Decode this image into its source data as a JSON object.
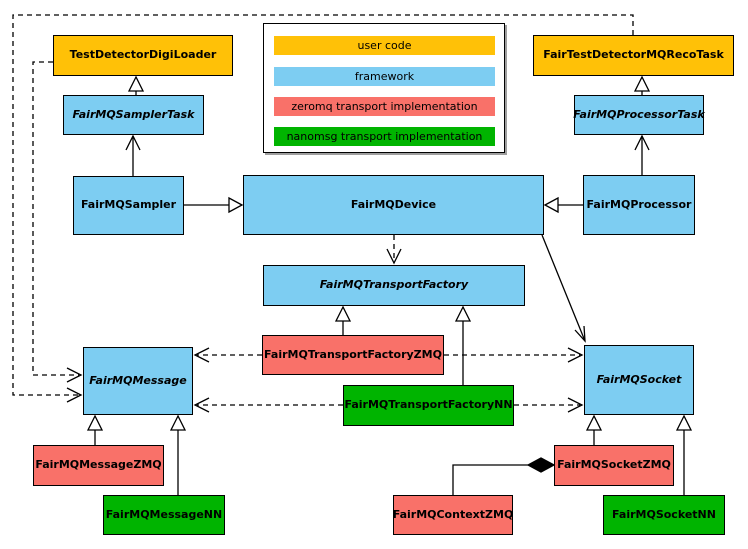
{
  "colors": {
    "user_code": "#FFC107",
    "framework": "#7DCDF2",
    "zeromq": "#F97169",
    "nanomsg": "#00B400",
    "border": "#000000"
  },
  "legend": {
    "items": [
      {
        "label": "user code",
        "color": "#FFC107"
      },
      {
        "label": "framework",
        "color": "#7DCDF2"
      },
      {
        "label": "zeromq transport implementation",
        "color": "#F97169"
      },
      {
        "label": "nanomsg transport implementation",
        "color": "#00B400"
      }
    ]
  },
  "nodes": {
    "testDetectorDigiLoader": {
      "label": "TestDetectorDigiLoader",
      "category": "user code",
      "abstract": false
    },
    "fairTestDetectorMQRecoTask": {
      "label": "FairTestDetectorMQRecoTask",
      "category": "user code",
      "abstract": false
    },
    "fairMQSamplerTask": {
      "label": "FairMQSamplerTask",
      "category": "framework",
      "abstract": true
    },
    "fairMQProcessorTask": {
      "label": "FairMQProcessorTask",
      "category": "framework",
      "abstract": true
    },
    "fairMQSampler": {
      "label": "FairMQSampler",
      "category": "framework",
      "abstract": false
    },
    "fairMQDevice": {
      "label": "FairMQDevice",
      "category": "framework",
      "abstract": false
    },
    "fairMQProcessor": {
      "label": "FairMQProcessor",
      "category": "framework",
      "abstract": false
    },
    "fairMQTransportFactory": {
      "label": "FairMQTransportFactory",
      "category": "framework",
      "abstract": true
    },
    "fairMQTransportFactoryZMQ": {
      "label": "FairMQTransportFactoryZMQ",
      "category": "zeromq",
      "abstract": false
    },
    "fairMQTransportFactoryNN": {
      "label": "FairMQTransportFactoryNN",
      "category": "nanomsg",
      "abstract": false
    },
    "fairMQMessage": {
      "label": "FairMQMessage",
      "category": "framework",
      "abstract": true
    },
    "fairMQSocket": {
      "label": "FairMQSocket",
      "category": "framework",
      "abstract": true
    },
    "fairMQMessageZMQ": {
      "label": "FairMQMessageZMQ",
      "category": "zeromq",
      "abstract": false
    },
    "fairMQMessageNN": {
      "label": "FairMQMessageNN",
      "category": "nanomsg",
      "abstract": false
    },
    "fairMQContextZMQ": {
      "label": "FairMQContextZMQ",
      "category": "zeromq",
      "abstract": false
    },
    "fairMQSocketZMQ": {
      "label": "FairMQSocketZMQ",
      "category": "zeromq",
      "abstract": false
    },
    "fairMQSocketNN": {
      "label": "FairMQSocketNN",
      "category": "nanomsg",
      "abstract": false
    }
  },
  "edges": [
    {
      "from": "FairMQSamplerTask",
      "to": "TestDetectorDigiLoader",
      "style": "solid-hollow-triangle"
    },
    {
      "from": "FairMQSampler",
      "to": "FairMQSamplerTask",
      "style": "solid-open-arrow"
    },
    {
      "from": "FairMQProcessorTask",
      "to": "FairTestDetectorMQRecoTask",
      "style": "solid-hollow-triangle"
    },
    {
      "from": "FairMQProcessor",
      "to": "FairMQProcessorTask",
      "style": "solid-open-arrow"
    },
    {
      "from": "FairMQSampler",
      "to": "FairMQDevice",
      "style": "solid-hollow-triangle"
    },
    {
      "from": "FairMQProcessor",
      "to": "FairMQDevice",
      "style": "solid-hollow-triangle"
    },
    {
      "from": "FairMQDevice",
      "to": "FairMQTransportFactory",
      "style": "dashed-open-arrow"
    },
    {
      "from": "FairMQDevice",
      "to": "FairMQSocket",
      "style": "solid-open-arrow"
    },
    {
      "from": "FairMQTransportFactoryZMQ",
      "to": "FairMQTransportFactory",
      "style": "solid-hollow-triangle"
    },
    {
      "from": "FairMQTransportFactoryNN",
      "to": "FairMQTransportFactory",
      "style": "solid-hollow-triangle"
    },
    {
      "from": "FairMQTransportFactoryZMQ",
      "to": "FairMQMessage",
      "style": "dashed-open-arrow"
    },
    {
      "from": "FairMQTransportFactoryZMQ",
      "to": "FairMQSocket",
      "style": "dashed-open-arrow"
    },
    {
      "from": "FairMQTransportFactoryNN",
      "to": "FairMQMessage",
      "style": "dashed-open-arrow"
    },
    {
      "from": "FairMQTransportFactoryNN",
      "to": "FairMQSocket",
      "style": "dashed-open-arrow"
    },
    {
      "from": "TestDetectorDigiLoader",
      "to": "FairMQMessage",
      "style": "dashed-open-arrow"
    },
    {
      "from": "FairTestDetectorMQRecoTask",
      "to": "FairMQMessage",
      "style": "dashed-open-arrow"
    },
    {
      "from": "FairMQMessageZMQ",
      "to": "FairMQMessage",
      "style": "solid-hollow-triangle"
    },
    {
      "from": "FairMQMessageNN",
      "to": "FairMQMessage",
      "style": "solid-hollow-triangle"
    },
    {
      "from": "FairMQSocketZMQ",
      "to": "FairMQSocket",
      "style": "solid-hollow-triangle"
    },
    {
      "from": "FairMQSocketNN",
      "to": "FairMQSocket",
      "style": "solid-hollow-triangle"
    },
    {
      "from": "FairMQContextZMQ",
      "to": "FairMQSocketZMQ",
      "style": "solid-filled-diamond"
    }
  ]
}
